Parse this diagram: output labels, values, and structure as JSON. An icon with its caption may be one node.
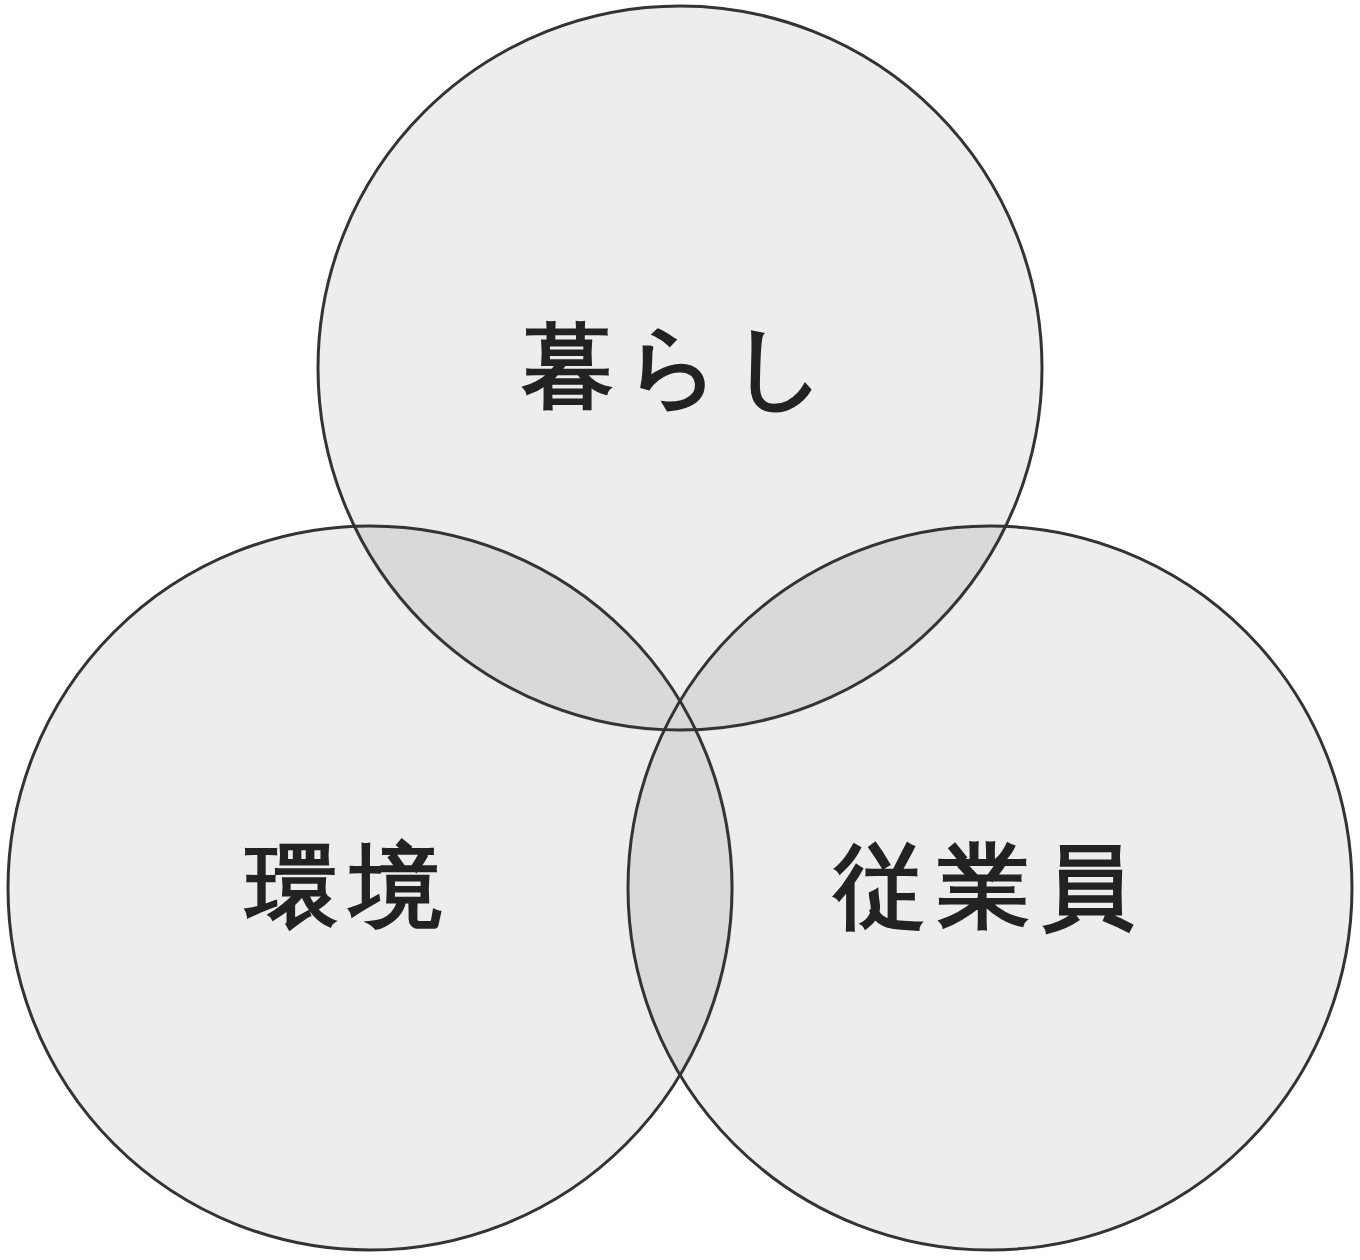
{
  "diagram": {
    "nodes": [
      {
        "text": [
          "暮らし"
        ]
      },
      {
        "text": [
          "環境"
        ]
      },
      {
        "text": [
          "従業員"
        ]
      }
    ]
  }
}
